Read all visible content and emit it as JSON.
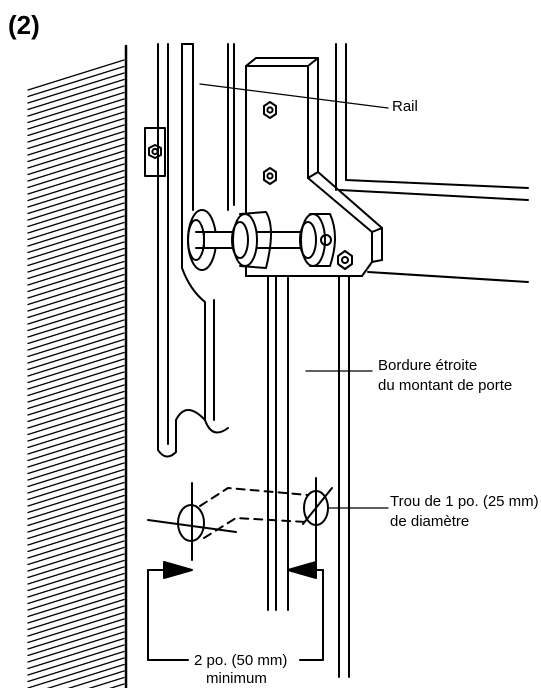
{
  "step_label": "(2)",
  "labels": {
    "rail": "Rail",
    "strip_line1": "Bordure étroite",
    "strip_line2": "du montant de porte",
    "hole_line1": "Trou de 1 po. (25 mm)",
    "hole_line2": "de diamètre",
    "dim_line1": "2 po. (50 mm)",
    "dim_line2": "minimum"
  },
  "colors": {
    "ink": "#000000",
    "paper": "#ffffff"
  }
}
